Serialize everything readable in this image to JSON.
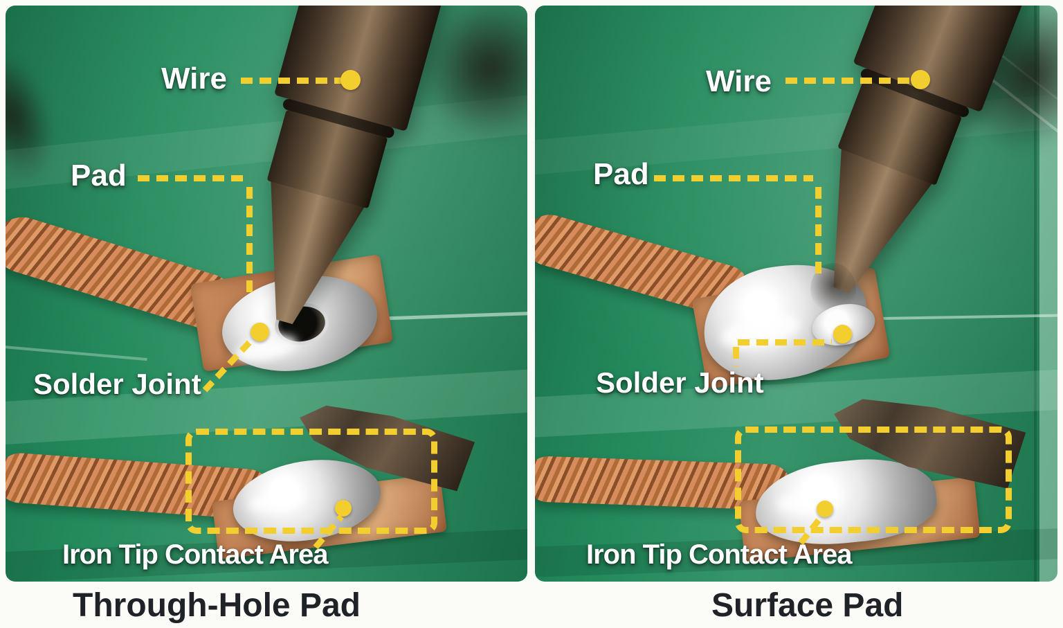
{
  "figure": {
    "panels": [
      {
        "id": "through-hole",
        "caption": "Through-Hole Pad",
        "labels": {
          "wire": "Wire",
          "pad": "Pad",
          "solder_joint": "Solder Joint",
          "iron_tip_area": "Iron Tip Contact Area"
        }
      },
      {
        "id": "surface",
        "caption": "Surface Pad",
        "labels": {
          "wire": "Wire",
          "pad": "Pad",
          "solder_joint": "Solder Joint",
          "iron_tip_area": "Iron Tip Contact Area"
        }
      }
    ],
    "colors": {
      "annotation": "#F3CE2F",
      "label_text": "#FFFFFF",
      "caption_text": "#1F2227",
      "pcb_green": "#238A5C",
      "background": "#FBFBF8",
      "copper": "#C07B48",
      "solder": "#C9C9C9"
    }
  }
}
